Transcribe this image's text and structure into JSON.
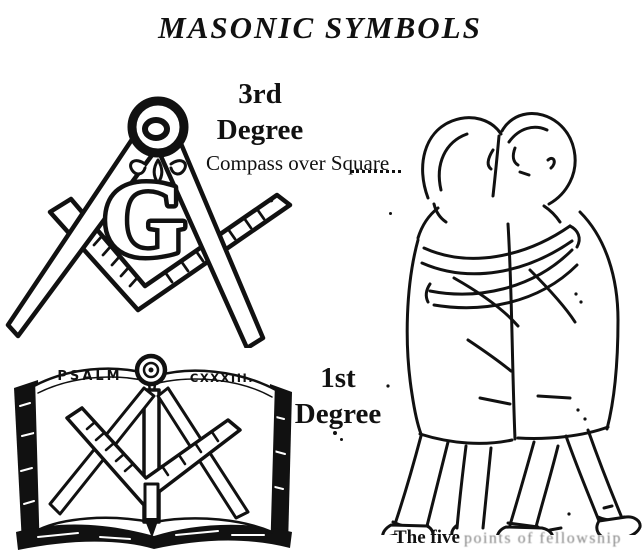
{
  "page": {
    "title": "MASONIC SYMBOLS"
  },
  "third_degree": {
    "label_line1": "3rd",
    "label_line2": "Degree",
    "caption": "Compass over Square",
    "center_letter": "G"
  },
  "first_degree": {
    "label_line1": "1st",
    "label_line2": "Degree",
    "book_left_page": "PSALM",
    "book_right_page": "CXXXIII."
  },
  "fellowship": {
    "caption_bold": "The five",
    "caption_faded": "points of fellowship"
  },
  "colors": {
    "ink": "#111111",
    "paper": "#ffffff"
  }
}
